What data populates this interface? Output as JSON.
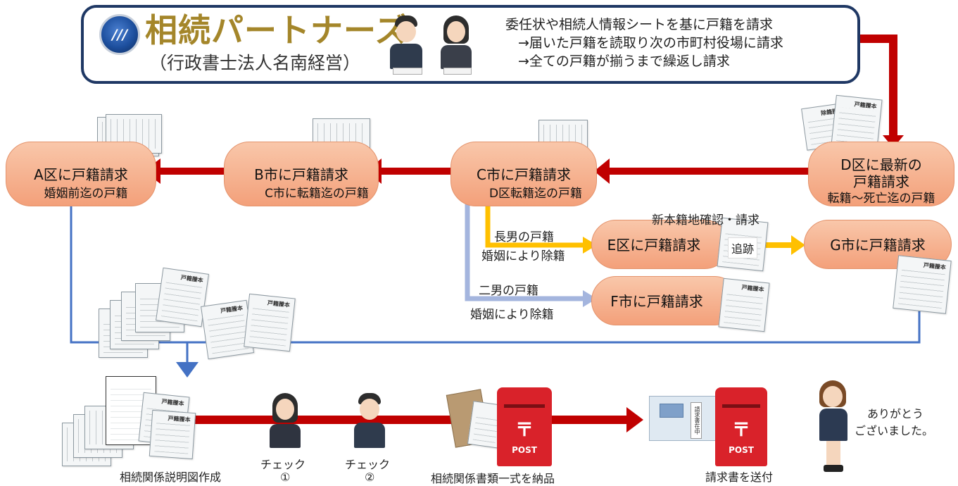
{
  "header": {
    "logo_text": "///",
    "brand_name": "相続パートナーズ",
    "brand_sub": "（行政書士法人名南経営）",
    "lines": [
      "委任状や相続人情報シートを基に戸籍を請求",
      "→届いた戸籍を読取り次の市町村役場に請求",
      "→全ての戸籍が揃うまで繰返し請求"
    ]
  },
  "nodes": {
    "a": {
      "title": "A区に戸籍請求",
      "sub": "婚姻前迄の戸籍"
    },
    "b": {
      "title": "B市に戸籍請求",
      "sub": "C市に転籍迄の戸籍"
    },
    "c": {
      "title": "C市に戸籍請求",
      "sub": "D区転籍迄の戸籍"
    },
    "d": {
      "title_1": "D区に最新の",
      "title_2": "戸籍請求",
      "sub": "転籍～死亡迄の戸籍"
    },
    "e": {
      "title": "E区に戸籍請求"
    },
    "f": {
      "title": "F市に戸籍請求"
    },
    "g": {
      "title": "G市に戸籍請求"
    }
  },
  "branches": {
    "eldest_1": "長男の戸籍",
    "eldest_2": "婚姻により除籍",
    "second_1": "二男の戸籍",
    "second_2": "婚姻により除籍",
    "new_domicile": "新本籍地確認・請求",
    "trace": "追跡"
  },
  "docs": {
    "header_1": "戸籍謄本",
    "header_2": "除籍謄",
    "env_label": "請求書在中"
  },
  "bottom": {
    "diagram_label": "相続関係説明図作成",
    "check_label": "チェック",
    "check_1": "①",
    "check_2": "②",
    "deliver_label": "相続関係書類一式を納品",
    "invoice_label": "請求書を送付",
    "thanks_1": "ありがとう",
    "thanks_2": "ございました。",
    "post_mark": "〒",
    "post_text": "POST"
  },
  "colors": {
    "main_arrow": "#c00000",
    "blue_line": "#4472c4",
    "light_blue_line": "#a4b5de",
    "yellow_arrow": "#ffc000",
    "pill_fill": "#f4b183",
    "header_border": "#1f3864",
    "brand_gold": "#a4862a"
  }
}
